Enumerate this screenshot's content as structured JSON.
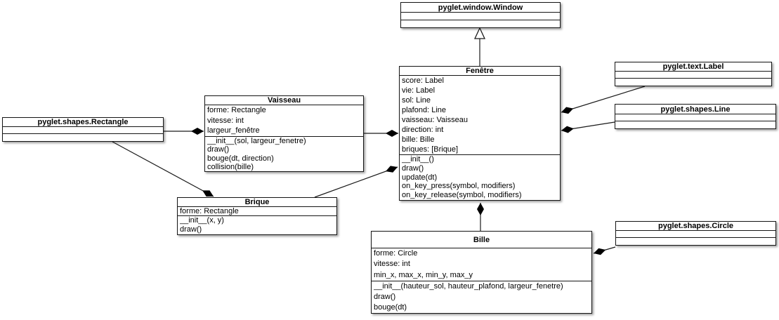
{
  "diagram": {
    "type": "uml-class-diagram",
    "colors": {
      "background": "#ffffff",
      "border": "#151515",
      "line": "#1a1a1a",
      "diamond_fill": "#000000",
      "triangle_fill": "#ffffff"
    },
    "classes": {
      "window": {
        "title": "pyglet.window.Window",
        "attributes": [],
        "methods": []
      },
      "fenetre": {
        "title": "Fenêtre",
        "attributes": [
          "score: Label",
          "vie: Label",
          "sol: Line",
          "plafond: Line",
          "vaisseau: Vaisseau",
          "direction: int",
          "bille: Bille",
          "briques: [Brique]"
        ],
        "methods": [
          "__init__()",
          "draw()",
          "update(dt)",
          "on_key_press(symbol, modifiers)",
          "on_key_release(symbol, modifiers)"
        ]
      },
      "vaisseau": {
        "title": "Vaisseau",
        "attributes": [
          "forme: Rectangle",
          "vitesse: int",
          "largeur_fenêtre"
        ],
        "methods": [
          "__init__(sol, largeur_fenetre)",
          "draw()",
          "bouge(dt, direction)",
          "collision(bille)"
        ]
      },
      "rectangle": {
        "title": "pyglet.shapes.Rectangle",
        "attributes": [],
        "methods": []
      },
      "brique": {
        "title": "Brique",
        "attributes": [
          "forme: Rectangle"
        ],
        "methods": [
          "__init__(x, y)",
          "draw()"
        ]
      },
      "bille": {
        "title": "Bille",
        "attributes": [
          "forme: Circle",
          "vitesse: int",
          "min_x, max_x, min_y, max_y"
        ],
        "methods": [
          "__init__(hauteur_sol, hauteur_plafond, largeur_fenetre)",
          "draw()",
          "bouge(dt)"
        ]
      },
      "label": {
        "title": "pyglet.text.Label",
        "attributes": [],
        "methods": []
      },
      "line": {
        "title": "pyglet.shapes.Line",
        "attributes": [],
        "methods": []
      },
      "circle": {
        "title": "pyglet.shapes.Circle",
        "attributes": [],
        "methods": []
      }
    },
    "relationships": [
      {
        "type": "generalization",
        "from": "Fenêtre",
        "to": "pyglet.window.Window"
      },
      {
        "type": "composition",
        "owner": "Fenêtre",
        "part": "Vaisseau"
      },
      {
        "type": "composition",
        "owner": "Vaisseau",
        "part": "pyglet.shapes.Rectangle"
      },
      {
        "type": "composition",
        "owner": "Brique",
        "part": "pyglet.shapes.Rectangle"
      },
      {
        "type": "composition",
        "owner": "Fenêtre",
        "part": "Brique"
      },
      {
        "type": "composition",
        "owner": "Fenêtre",
        "part": "pyglet.text.Label"
      },
      {
        "type": "composition",
        "owner": "Fenêtre",
        "part": "pyglet.shapes.Line"
      },
      {
        "type": "composition",
        "owner": "Fenêtre",
        "part": "Bille"
      },
      {
        "type": "composition",
        "owner": "Bille",
        "part": "pyglet.shapes.Circle"
      }
    ]
  }
}
